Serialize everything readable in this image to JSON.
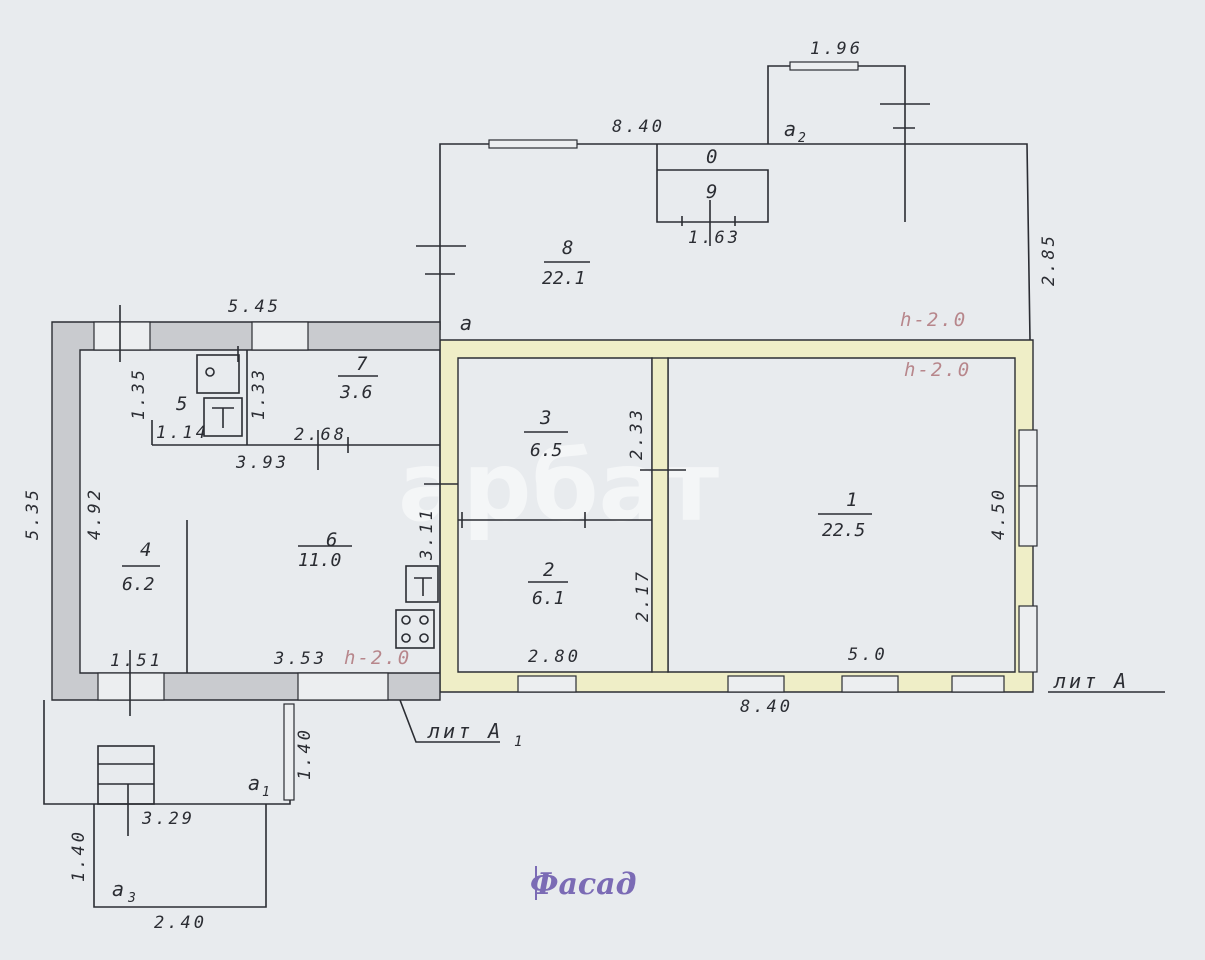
{
  "rooms": [
    {
      "num": "1",
      "area": "22.5"
    },
    {
      "num": "2",
      "area": "6.1"
    },
    {
      "num": "3",
      "area": "6.5"
    },
    {
      "num": "4",
      "area": "6.2"
    },
    {
      "num": "5",
      "area": ""
    },
    {
      "num": "6",
      "area": "11.0"
    },
    {
      "num": "7",
      "area": "3.6"
    },
    {
      "num": "8",
      "area": "22.1"
    },
    {
      "num": "9",
      "area": ""
    }
  ],
  "dimensions": {
    "top_wing_width": "1.96",
    "veranda_width": "8.40",
    "veranda_depth": "2.85",
    "room9_width": "1.63",
    "annex_top": "5.45",
    "annex_height": "5.35",
    "room4_height": "4.92",
    "room5_height": "1.35",
    "room5_width": "1.14",
    "room7_height": "1.33",
    "room6_width": "3.93",
    "room7_width": "2.68",
    "room3_height": "2.33",
    "room6_height": "3.11",
    "room2_height": "2.17",
    "room1_height": "4.50",
    "room4_width": "1.51",
    "room6_bottom": "3.53",
    "room2_width": "2.80",
    "room1_width": "5.0",
    "main_width": "8.40",
    "porch_a1_width": "1.40",
    "porch_a3_width": "3.29",
    "porch_a3_height": "1.40",
    "porch_a3_bottom": "2.40"
  },
  "heights": {
    "h1": "h-2.0",
    "h2": "h-2.0",
    "h3": "h-2.0"
  },
  "labels": {
    "a": "а",
    "a1": "а",
    "a1_sub": "1",
    "a2": "а",
    "a2_sub": "2",
    "a3": "а",
    "a3_sub": "3",
    "room_o": "0",
    "lit_a": "лит А",
    "lit_a1": "лит А",
    "lit_a1_sub": "1",
    "stamp": "Фасад",
    "watermark": "арбат"
  }
}
